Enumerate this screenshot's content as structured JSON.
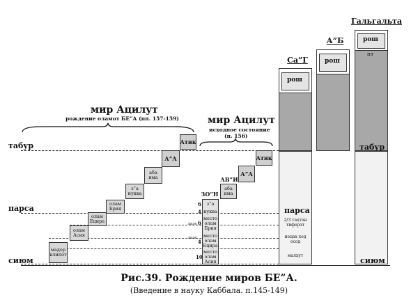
{
  "caption": {
    "title": "Рис.39. Рождение миров БЕ”А.",
    "subtitle": "(Введение в науку Каббала. п.145-149)"
  },
  "levels": {
    "tabur": "табур",
    "parsa": "парса",
    "sium": "сиюм"
  },
  "left_group": {
    "title": "мир Ацилут",
    "subtitle": "рождение оламот БЕ”А (пп. 157-159)"
  },
  "mid_group": {
    "title": "мир Ацилут",
    "subtitle1": "исходное состояние",
    "subtitle2": "(п. 156)"
  },
  "left_stairs": [
    {
      "line1": "мадор",
      "line2": "клипот"
    },
    {
      "line1": "олам",
      "line2": "Асия"
    },
    {
      "line1": "олам",
      "line2": "Ецира"
    },
    {
      "line1": "олам",
      "line2": "Брия"
    },
    {
      "line1": "з”а",
      "line2": "нуква"
    },
    {
      "line1": "аба",
      "line2": "има"
    },
    {
      "line1": "А”А",
      "line2": ""
    },
    {
      "line1": "Атик",
      "line2": ""
    }
  ],
  "mid_stairs": [
    {
      "line1": "ЗО”Н",
      "line2": ""
    },
    {
      "line1": "аба",
      "line2": "има"
    },
    {
      "line1": "АВ”И",
      "line2": ""
    },
    {
      "line1": "А”А",
      "line2": ""
    },
    {
      "line1": "Атик",
      "line2": ""
    }
  ],
  "zon_column": [
    {
      "num": "6",
      "text": "з”а"
    },
    {
      "num": "4",
      "text": "нуква"
    },
    {
      "num": "6",
      "text": "место олам Брия"
    },
    {
      "num": "4",
      "text": "место олам Ецира"
    },
    {
      "num": "10",
      "text": "место олам Асия"
    }
  ],
  "hazeh_labels": [
    "хазе",
    "хазе"
  ],
  "columns": {
    "sag": {
      "title": "Са”Г",
      "rosh": "рош",
      "parsa": "парса",
      "lower": [
        "2/3 тахтон тиферэт",
        "нецах ход есод",
        "малхут"
      ]
    },
    "ab": {
      "title": "А”Б",
      "rosh": "рош"
    },
    "galgalta": {
      "title": "Гальгальта",
      "rosh": "рош",
      "pe": "пэ",
      "tabur": "табур",
      "sium": "сиюм"
    }
  }
}
